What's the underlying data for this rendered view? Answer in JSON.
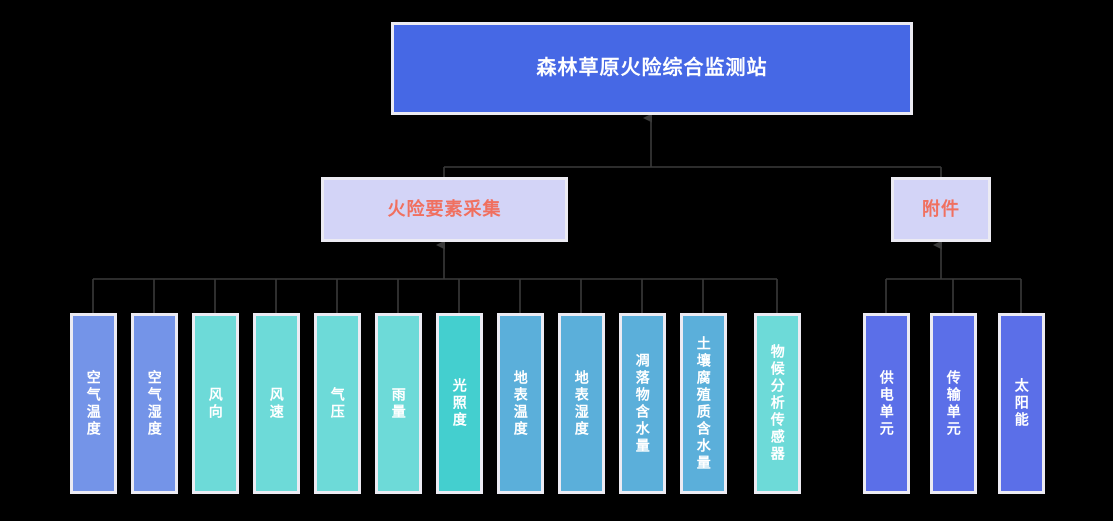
{
  "diagram": {
    "type": "org-tree",
    "background_color": "#000000",
    "root": {
      "label": "森林草原火险综合监测站",
      "fill": "#4668e5",
      "text_color": "#ffffff"
    },
    "level2": [
      {
        "label": "火险要素采集",
        "fill": "#d3d4f7",
        "text_color": "#f07060"
      },
      {
        "label": "附件",
        "fill": "#d3d4f7",
        "text_color": "#f07060"
      }
    ],
    "group_fire_elements": [
      {
        "label": "空气温度",
        "fill": "#7494e8"
      },
      {
        "label": "空气湿度",
        "fill": "#7494e8"
      },
      {
        "label": "风向",
        "fill": "#6ddad8"
      },
      {
        "label": "风速",
        "fill": "#6ddad8"
      },
      {
        "label": "气压",
        "fill": "#6ddad8"
      },
      {
        "label": "雨量",
        "fill": "#6ddad8"
      },
      {
        "label": "光照度",
        "fill": "#44cfcf"
      },
      {
        "label": "地表温度",
        "fill": "#5bafda"
      },
      {
        "label": "地表湿度",
        "fill": "#5bafda"
      },
      {
        "label": "凋落物含水量",
        "fill": "#5bafda"
      },
      {
        "label": "土壤腐殖质含水量",
        "fill": "#5bafda"
      },
      {
        "label": "物候分析传感器",
        "fill": "#6ddad8"
      }
    ],
    "group_accessories": [
      {
        "label": "供电单元",
        "fill": "#5b6fe8"
      },
      {
        "label": "传输单元",
        "fill": "#5b6fe8"
      },
      {
        "label": "太阳能",
        "fill": "#5b6fe8"
      }
    ],
    "connector_color": "#3a3a3a"
  }
}
